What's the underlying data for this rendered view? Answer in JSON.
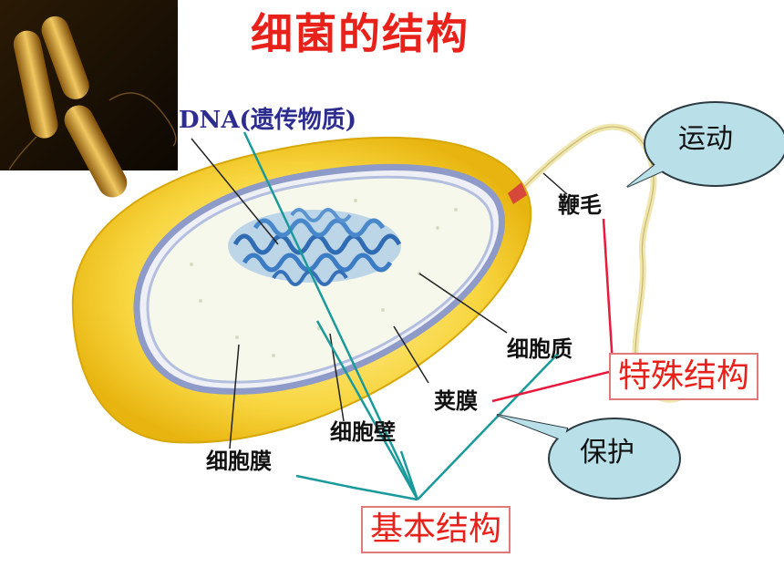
{
  "title": "细菌的结构",
  "labels": {
    "dna": "DNA(遗传物质)",
    "flagellum": "鞭毛",
    "cytoplasm": "细胞质",
    "capsule": "荚膜",
    "cell_wall": "细胞壁",
    "cell_membrane": "细胞膜"
  },
  "groups": {
    "special": "特殊结构",
    "basic": "基本结构"
  },
  "functions": {
    "motion": "运动",
    "protection": "保护"
  },
  "colors": {
    "title": "#e8221b",
    "group_text": "#e8221b",
    "special_line": "#e8193c",
    "basic_line": "#1a9a9a",
    "bubble_fill": "#b9e0e8",
    "capsule_yellow": "#f5c817",
    "dna_blue": "#4a86c8"
  }
}
